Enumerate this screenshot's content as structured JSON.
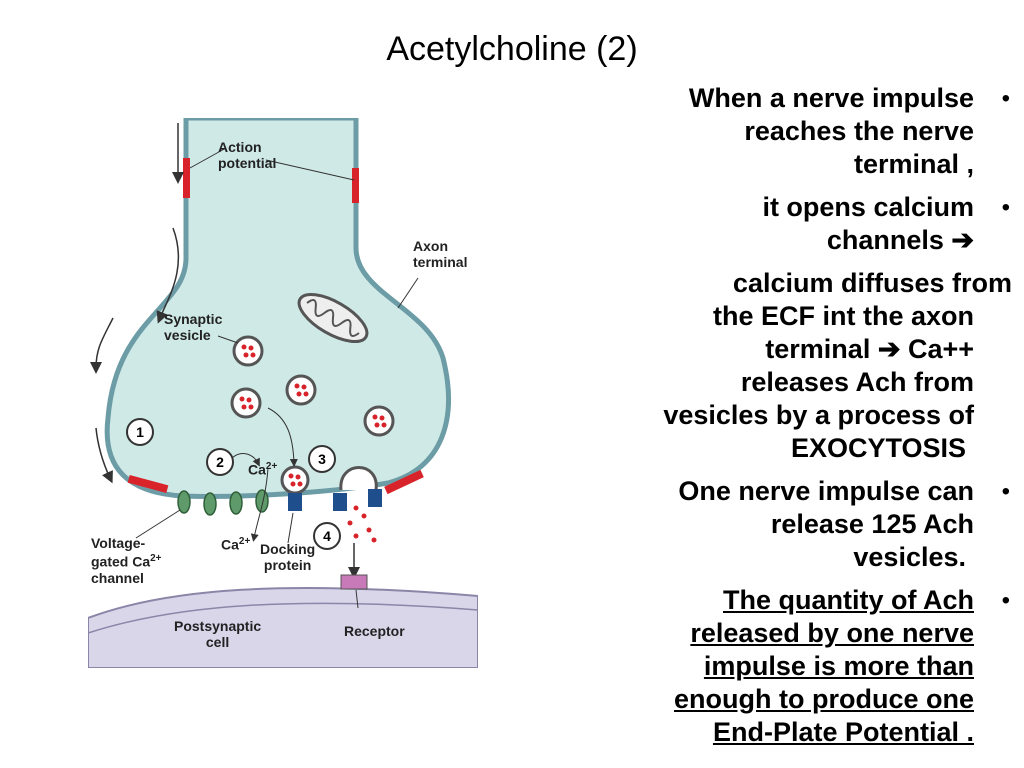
{
  "title": "Acetylcholine (2)",
  "bullets": [
    {
      "lines": [
        "When a nerve impulse",
        "reaches the nerve",
        "terminal ,"
      ],
      "marker": "•",
      "underline": false
    },
    {
      "lines": [
        "it opens calcium",
        "channels ➔"
      ],
      "marker": "•",
      "underline": false
    },
    {
      "lines": [
        "calcium diffuses from",
        "the ECF int the axon",
        "terminal ➔ Ca++",
        "releases Ach from",
        "vesicles by a process of",
        "EXOCYTOSIS"
      ],
      "marker": "",
      "underline": false
    },
    {
      "lines": [
        "One nerve impulse can",
        "release 125 Ach",
        "vesicles."
      ],
      "marker": "•",
      "underline": false
    },
    {
      "lines": [
        "The quantity of Ach",
        "released by one nerve",
        "impulse is more than",
        "enough to produce one",
        "End-Plate Potential ."
      ],
      "marker": "•",
      "underline": true
    }
  ],
  "diagram": {
    "labels": {
      "action_potential": [
        "Action",
        "potential"
      ],
      "axon_terminal": [
        "Axon",
        "terminal"
      ],
      "synaptic_vesicle": [
        "Synaptic",
        "vesicle"
      ],
      "voltage_gated": [
        "Voltage-",
        "gated Ca",
        "channel"
      ],
      "ca_superscript": "2+",
      "ca2_a": "Ca",
      "ca2_b": "Ca",
      "docking_protein": [
        "Docking",
        "protein"
      ],
      "postsynaptic_cell": [
        "Postsynaptic",
        "cell"
      ],
      "receptor": "Receptor"
    },
    "steps": [
      "1",
      "2",
      "3",
      "4"
    ],
    "colors": {
      "cytoplasm": "#cfe9e6",
      "membrane": "#6c9ca6",
      "red": "#d8232a",
      "green": "#5f9a6a",
      "blue": "#1f4e8c",
      "receptor": "#c879b8",
      "post": "#d9d6ea"
    }
  }
}
